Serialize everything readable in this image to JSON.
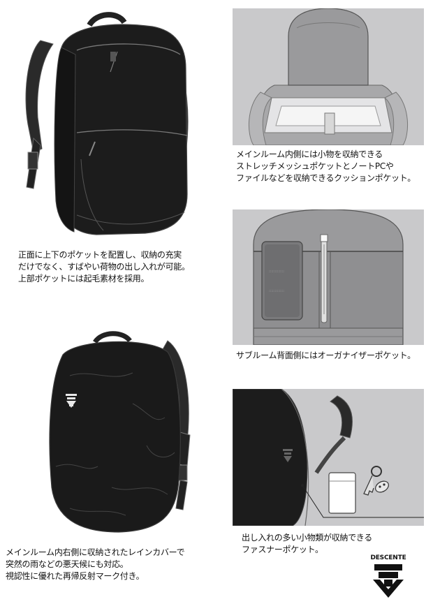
{
  "captions": {
    "top_left": [
      "正面に上下のポケットを配置し、収納の充実",
      "だけでなく、すばやい荷物の出し入れが可能。",
      "上部ポケットには起毛素材を採用。"
    ],
    "top_right": [
      "メインルーム内側には小物を収納できる",
      "ストレッチメッシュポケットとノートPCや",
      "ファイルなどを収納できるクッションポケット。"
    ],
    "mid_right": [
      "サブルーム背面側にはオーガナイザーポケット。"
    ],
    "bottom_left": [
      "メインルーム内右側に収納されたレインカバーで",
      "突然の雨などの悪天候にも対応。",
      "視認性に優れた再帰反射マーク付き。"
    ],
    "bottom_right": [
      "出し入れの多い小物類が収納できる",
      "ファスナーポケット。"
    ]
  },
  "brand": {
    "name": "DESCENTE"
  },
  "colors": {
    "panel_bg": "#c9c9cb",
    "bag_black": "#1c1c1c",
    "bag_dark": "#2a2a2a",
    "seam": "#7a7a7a",
    "interior": "#9a9a9c",
    "brand_black": "#111111"
  },
  "icons": [
    "descente-logo-icon",
    "key-icon",
    "phone-icon",
    "pen-icon",
    "card-icon"
  ]
}
